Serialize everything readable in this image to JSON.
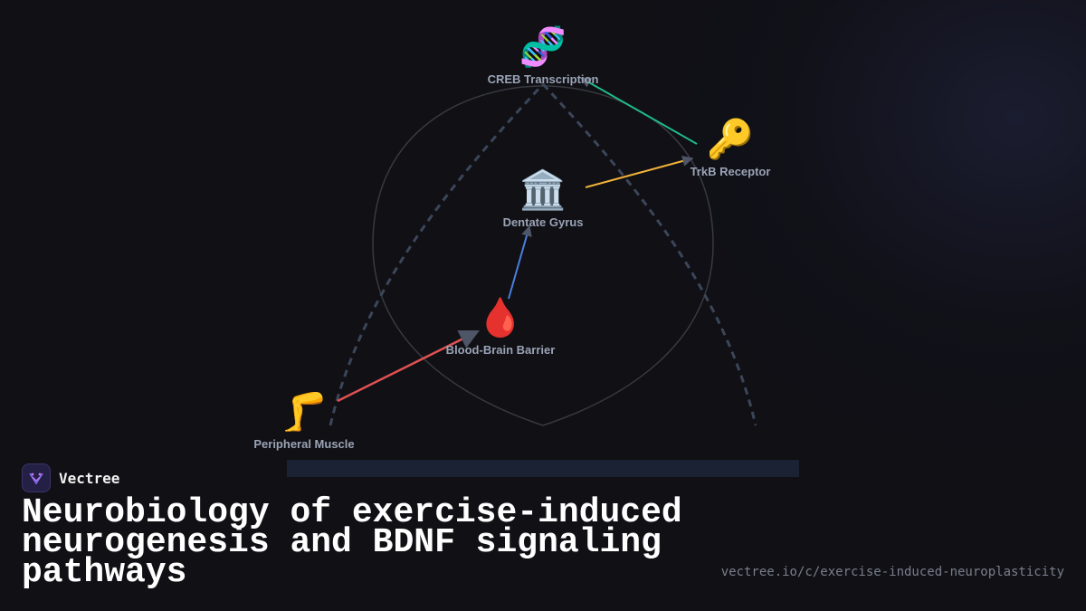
{
  "nodes": {
    "creb": {
      "icon": "dna-icon",
      "emoji": "🧬",
      "label": "CREB Transcription"
    },
    "trkb": {
      "icon": "key-icon",
      "emoji": "🔑",
      "label": "TrkB Receptor"
    },
    "dentate": {
      "icon": "classical-building-icon",
      "emoji": "🏛️",
      "label": "Dentate Gyrus"
    },
    "bbb": {
      "icon": "blood-drop-icon",
      "emoji": "🩸",
      "label": "Blood-Brain Barrier"
    },
    "muscle": {
      "icon": "leg-icon",
      "emoji": "🦵",
      "label": "Peripheral Muscle"
    }
  },
  "edges": [
    {
      "from": "Peripheral Muscle",
      "to": "Blood-Brain Barrier",
      "color": "#e05252"
    },
    {
      "from": "Blood-Brain Barrier",
      "to": "Dentate Gyrus",
      "color": "#4a7ee0"
    },
    {
      "from": "Dentate Gyrus",
      "to": "TrkB Receptor",
      "color": "#f0b23a"
    },
    {
      "from": "TrkB Receptor",
      "to": "CREB Transcription",
      "color": "#1fb98a"
    }
  ],
  "brand": {
    "name": "Vectree"
  },
  "title": "Neurobiology of exercise-induced neurogenesis and BDNF signaling pathways",
  "url": "vectree.io/c/exercise-induced-neuroplasticity"
}
